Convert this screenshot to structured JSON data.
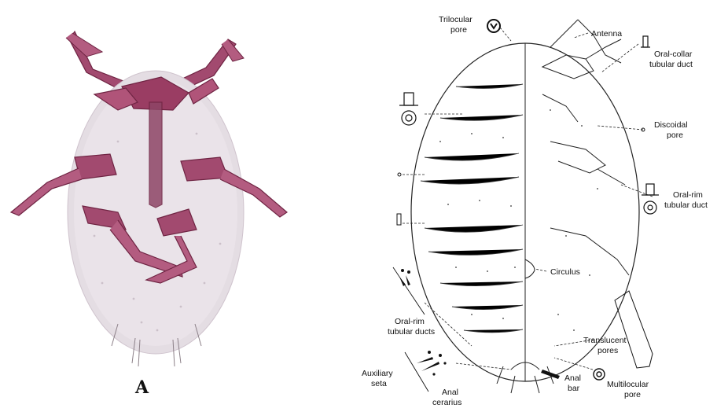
{
  "photo_panel": {
    "plate_letter": "A",
    "colors": {
      "body": "#e4dde3",
      "legs": "#9a3d63",
      "leg_dark": "#6f2443"
    }
  },
  "drawing_panel": {
    "labels": {
      "trilocular_pore": [
        "Trilocular",
        "pore"
      ],
      "antenna": [
        "Antenna"
      ],
      "oral_collar_tubular_duct": [
        "Oral-collar",
        "tubular duct"
      ],
      "discoidal_pore": [
        "Discoidal",
        "pore"
      ],
      "oral_rim_tubular_duct": [
        "Oral-rim",
        "tubular duct"
      ],
      "circulus": [
        "Circulus"
      ],
      "oral_rim_tubular_ducts": [
        "Oral-rim",
        "tubular ducts"
      ],
      "translucent_pores": [
        "Translucent",
        "pores"
      ],
      "auxiliary_seta": [
        "Auxiliary",
        "seta"
      ],
      "anal_cerarius": [
        "Anal",
        "cerarius"
      ],
      "anal_bar": [
        "Anal",
        "bar"
      ],
      "multilocular_pore": [
        "Multilocular",
        "pore"
      ]
    }
  }
}
